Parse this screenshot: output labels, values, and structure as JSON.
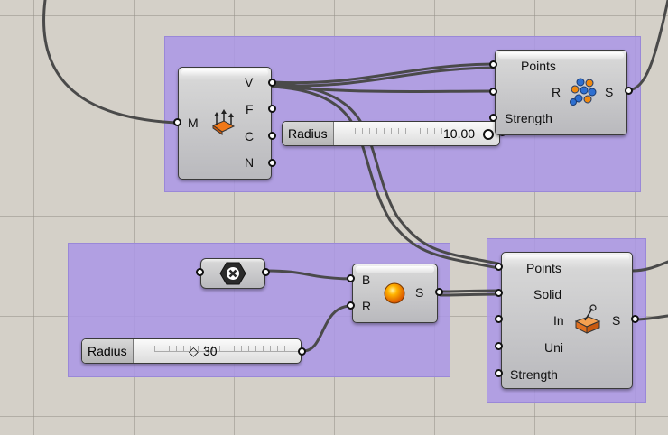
{
  "canvas": {
    "background": "#d4d0c8",
    "group_color": "#aa96e6"
  },
  "components": {
    "mesh_deconstruct": {
      "icon": "mesh-deconstruct-icon",
      "input": "M",
      "outputs": [
        "V",
        "F",
        "C",
        "N"
      ]
    },
    "point_charge": {
      "icon": "point-charges-icon",
      "inputs": [
        "Points",
        "R",
        "Strength"
      ],
      "output": "S"
    },
    "sphere": {
      "icon": "sphere-icon",
      "inputs": [
        "B",
        "R"
      ],
      "output": "S"
    },
    "metaball": {
      "icon": "metaball-solid-icon",
      "inputs": [
        "Points",
        "Solid",
        "In",
        "Uni",
        "Strength"
      ],
      "output": "S"
    },
    "null_param": {
      "icon": "null-x-icon"
    }
  },
  "sliders": {
    "radius_top": {
      "name": "Radius",
      "value": "10.00"
    },
    "radius_bottom": {
      "name": "Radius",
      "value": "30",
      "marker": "◇"
    }
  }
}
